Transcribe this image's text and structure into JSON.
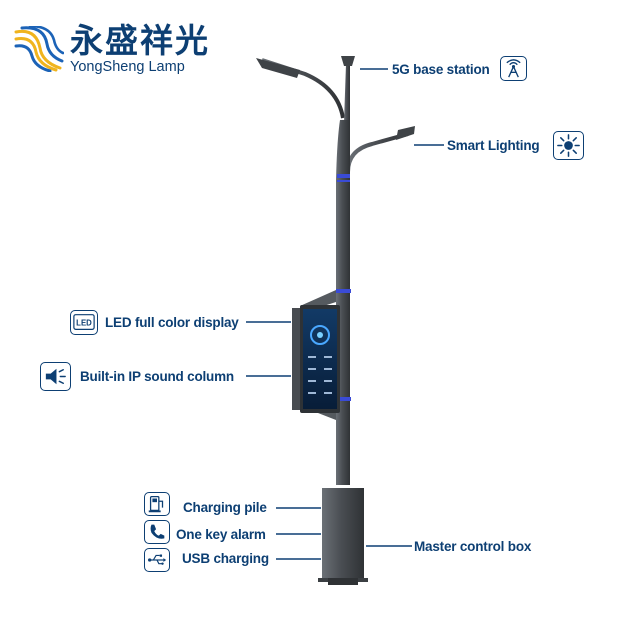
{
  "brand": {
    "name_cn": "永盛祥光",
    "name_en": "YongSheng Lamp"
  },
  "colors": {
    "text": "#0d3f73",
    "pole": "#4e5257",
    "accent_ring": "#3a4bd6",
    "screen": "#0b2a4f",
    "logo_gold": "#f0b41e",
    "logo_blue": "#1c63b7"
  },
  "callouts": {
    "base_station": {
      "label": "5G base station",
      "icon": "signal-tower-icon"
    },
    "smart_lighting": {
      "label": "Smart Lighting",
      "icon": "sun-icon"
    },
    "led_display": {
      "label": "LED full color display",
      "icon": "led-icon"
    },
    "sound_column": {
      "label": "Built-in IP sound column",
      "icon": "speaker-icon"
    },
    "charging_pile": {
      "label": "Charging pile",
      "icon": "charging-pile-icon"
    },
    "one_key_alarm": {
      "label": "One key alarm",
      "icon": "phone-icon"
    },
    "usb_charging": {
      "label": "USB charging",
      "icon": "usb-icon"
    },
    "master_control_box": {
      "label": "Master control box"
    }
  }
}
